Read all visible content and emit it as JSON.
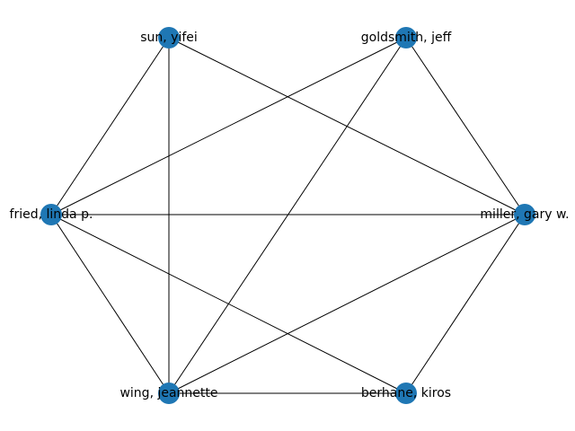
{
  "graph": {
    "node_color": "#1f77b4",
    "edge_color": "#000000",
    "nodes": [
      {
        "id": "sun",
        "label": "sun, yifei"
      },
      {
        "id": "goldsmith",
        "label": "goldsmith, jeff"
      },
      {
        "id": "fried",
        "label": "fried, linda p."
      },
      {
        "id": "miller",
        "label": "miller, gary w."
      },
      {
        "id": "wing",
        "label": "wing, jeannette"
      },
      {
        "id": "berhane",
        "label": "berhane, kiros"
      }
    ],
    "edges": [
      [
        "sun",
        "fried"
      ],
      [
        "sun",
        "wing"
      ],
      [
        "sun",
        "miller"
      ],
      [
        "goldsmith",
        "fried"
      ],
      [
        "goldsmith",
        "wing"
      ],
      [
        "goldsmith",
        "miller"
      ],
      [
        "fried",
        "miller"
      ],
      [
        "fried",
        "wing"
      ],
      [
        "fried",
        "berhane"
      ],
      [
        "miller",
        "wing"
      ],
      [
        "miller",
        "berhane"
      ],
      [
        "wing",
        "berhane"
      ]
    ]
  }
}
